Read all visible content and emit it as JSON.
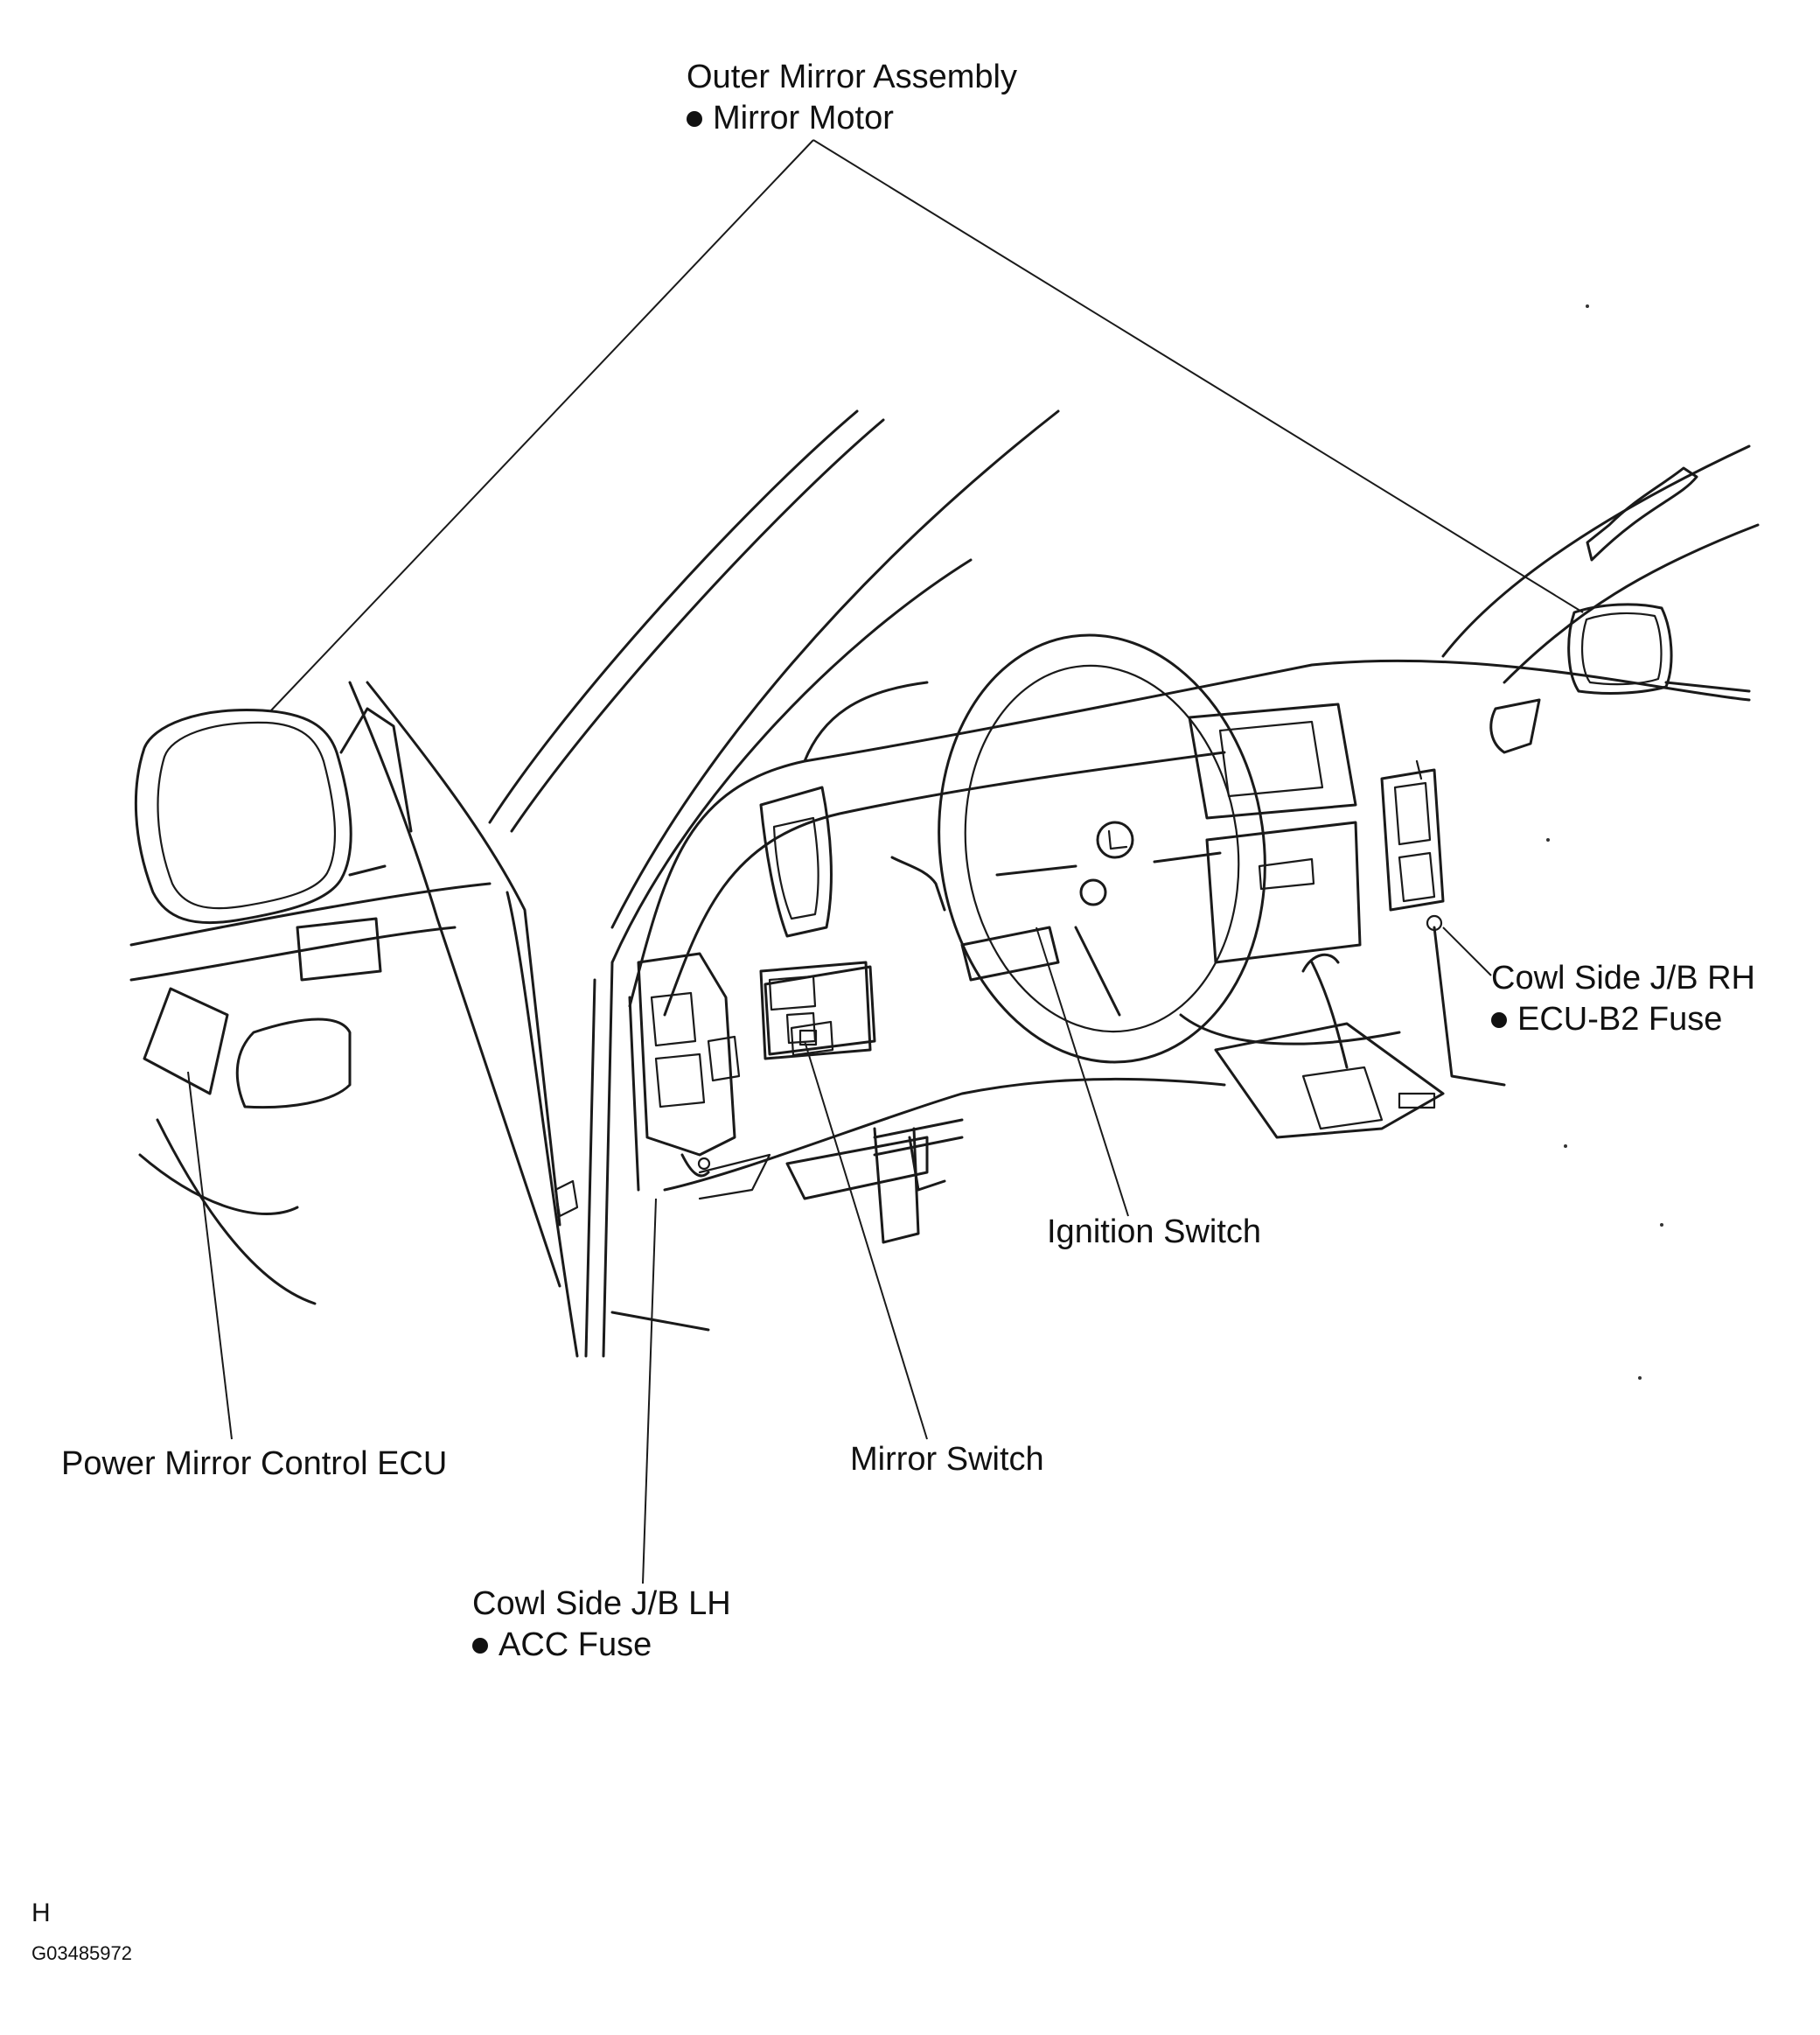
{
  "labels": {
    "outer_mirror": {
      "title": "Outer Mirror Assembly",
      "item": "Mirror Motor"
    },
    "cowl_rh": {
      "title": "Cowl Side J/B RH",
      "item": "ECU-B2 Fuse"
    },
    "ignition": "Ignition Switch",
    "power_mirror_ecu": "Power Mirror Control ECU",
    "mirror_switch": "Mirror Switch",
    "cowl_lh": {
      "title": "Cowl Side J/B LH",
      "item": "ACC Fuse"
    }
  },
  "footer": {
    "view_code": "H",
    "figure_id": "G03485972"
  },
  "colors": {
    "ink": "#111111",
    "background": "#ffffff"
  }
}
